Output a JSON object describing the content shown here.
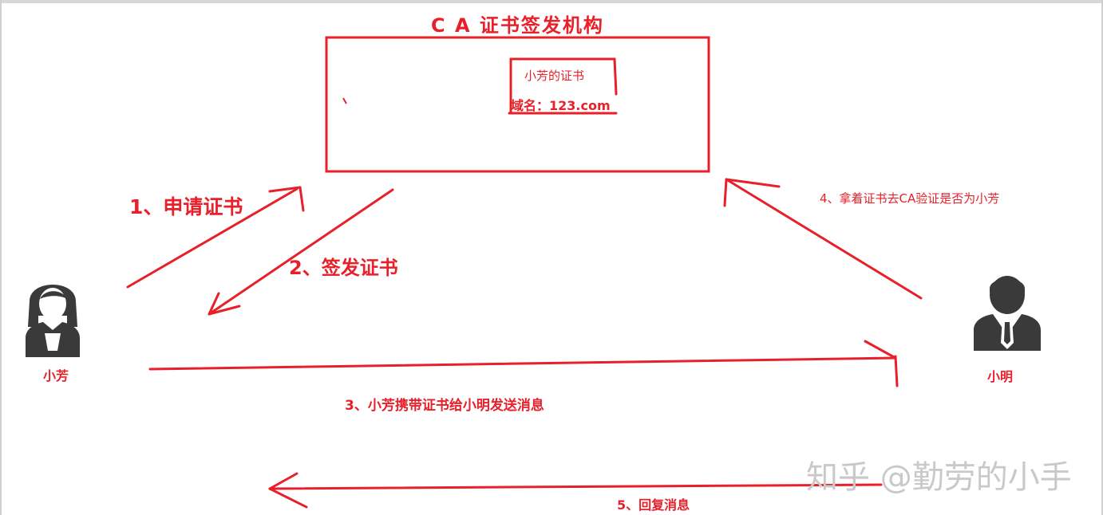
{
  "ca_title": "C A 证书签发机构",
  "certificate": {
    "title": "小芳的证书",
    "domain": "域名：123.com"
  },
  "steps": {
    "step1": "1、申请证书",
    "step2": "2、签发证书",
    "step3": "3、小芳携带证书给小明发送消息",
    "step4": "4、拿着证书去CA验证是否为小芳",
    "step5": "5、回复消息"
  },
  "actors": {
    "left_name": "小芳",
    "right_name": "小明"
  },
  "watermark": "知乎 @勤劳的小手",
  "colors": {
    "accent": "#e8202a",
    "person_icon": "#3a3a3a",
    "watermark": "#c9c9c9"
  },
  "icons": {
    "left_person": "female-user-icon",
    "right_person": "male-user-icon"
  }
}
